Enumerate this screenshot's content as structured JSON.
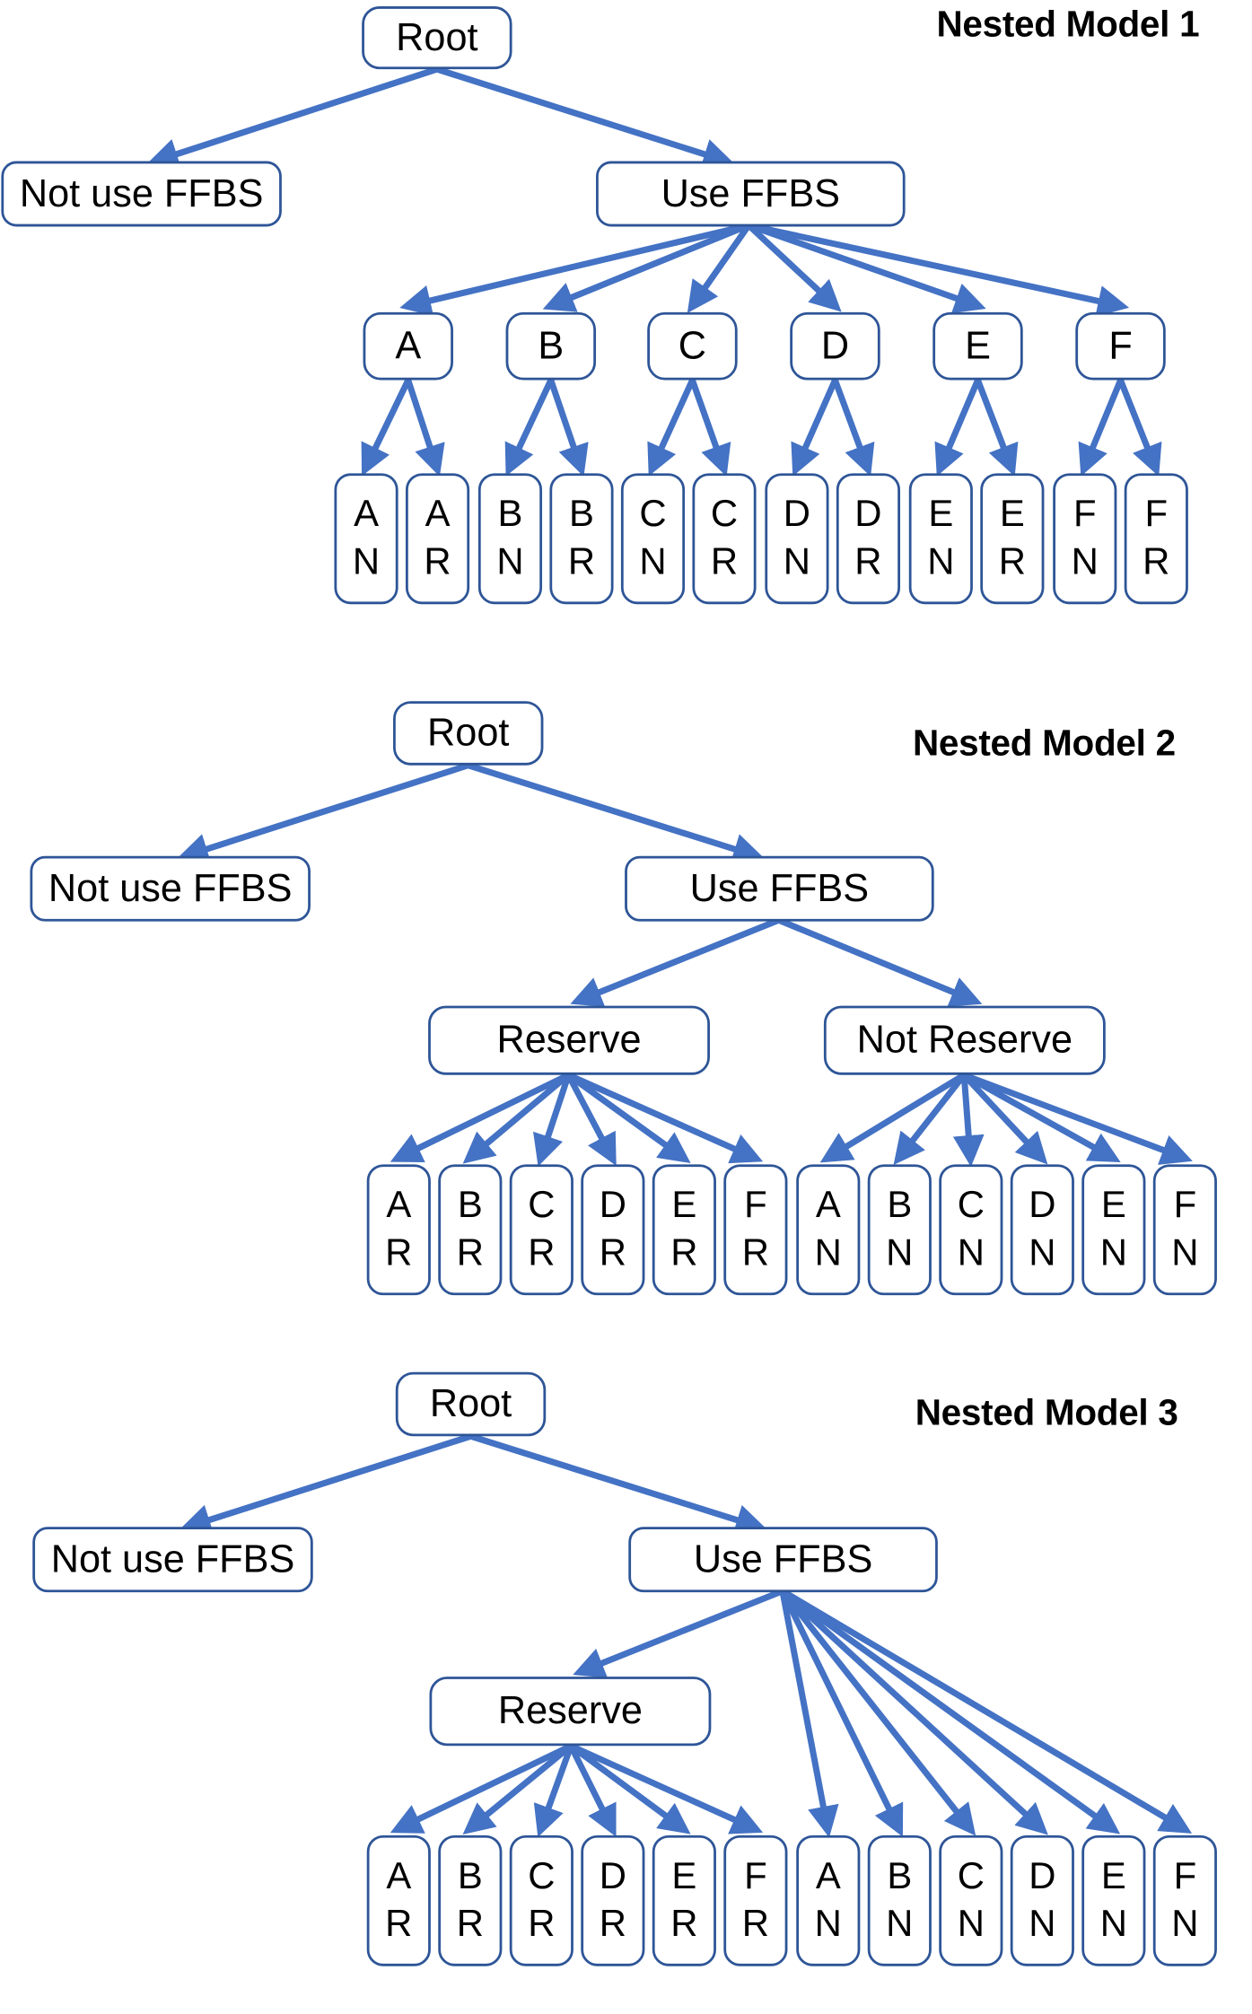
{
  "figure": {
    "background": "#ffffff",
    "edge_color": "#4472C4",
    "node_border_color": "#2E5597",
    "node_fill": "#ffffff",
    "text_color": "#000000"
  },
  "models": [
    {
      "id": "nested-model-1",
      "title": "Nested Model 1",
      "root_label": "Root",
      "left_label": "Not use  FFBS",
      "right_label": "Use FFBS",
      "mid_labels": [
        "A",
        "B",
        "C",
        "D",
        "E",
        "F"
      ],
      "leaves": [
        {
          "top": "A",
          "bottom": "N"
        },
        {
          "top": "A",
          "bottom": "R"
        },
        {
          "top": "B",
          "bottom": "N"
        },
        {
          "top": "B",
          "bottom": "R"
        },
        {
          "top": "C",
          "bottom": "N"
        },
        {
          "top": "C",
          "bottom": "R"
        },
        {
          "top": "D",
          "bottom": "N"
        },
        {
          "top": "D",
          "bottom": "R"
        },
        {
          "top": "E",
          "bottom": "N"
        },
        {
          "top": "E",
          "bottom": "R"
        },
        {
          "top": "F",
          "bottom": "N"
        },
        {
          "top": "F",
          "bottom": "R"
        }
      ]
    },
    {
      "id": "nested-model-2",
      "title": "Nested Model 2",
      "root_label": "Root",
      "left_label": "Not use  FFBS",
      "right_label": "Use FFBS",
      "mid_labels": [
        "Reserve",
        "Not Reserve"
      ],
      "leaves": [
        {
          "top": "A",
          "bottom": "R"
        },
        {
          "top": "B",
          "bottom": "R"
        },
        {
          "top": "C",
          "bottom": "R"
        },
        {
          "top": "D",
          "bottom": "R"
        },
        {
          "top": "E",
          "bottom": "R"
        },
        {
          "top": "F",
          "bottom": "R"
        },
        {
          "top": "A",
          "bottom": "N"
        },
        {
          "top": "B",
          "bottom": "N"
        },
        {
          "top": "C",
          "bottom": "N"
        },
        {
          "top": "D",
          "bottom": "N"
        },
        {
          "top": "E",
          "bottom": "N"
        },
        {
          "top": "F",
          "bottom": "N"
        }
      ]
    },
    {
      "id": "nested-model-3",
      "title": "Nested Model 3",
      "root_label": "Root",
      "left_label": "Not use  FFBS",
      "right_label": "Use FFBS",
      "mid_labels": [
        "Reserve"
      ],
      "leaves": [
        {
          "top": "A",
          "bottom": "R"
        },
        {
          "top": "B",
          "bottom": "R"
        },
        {
          "top": "C",
          "bottom": "R"
        },
        {
          "top": "D",
          "bottom": "R"
        },
        {
          "top": "E",
          "bottom": "R"
        },
        {
          "top": "F",
          "bottom": "R"
        },
        {
          "top": "A",
          "bottom": "N"
        },
        {
          "top": "B",
          "bottom": "N"
        },
        {
          "top": "C",
          "bottom": "N"
        },
        {
          "top": "D",
          "bottom": "N"
        },
        {
          "top": "E",
          "bottom": "N"
        },
        {
          "top": "F",
          "bottom": "N"
        }
      ]
    }
  ]
}
